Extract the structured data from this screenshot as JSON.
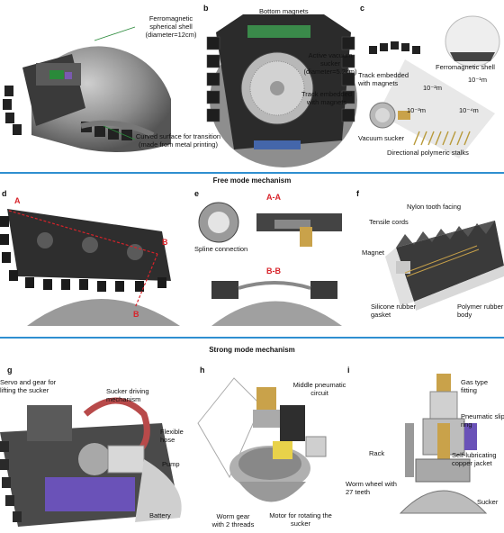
{
  "panels": {
    "a": {
      "labels": {
        "shell": "Ferromagnetic spherical shell (diameter=12cm)",
        "curved": "Curved surface for transition (made from metal printing)"
      }
    },
    "b": {
      "letter": "b",
      "labels": {
        "bottom_magnets": "Bottom magnets",
        "sucker": "Active vacuum sucker (diameter=5.2cm)",
        "track": "Track embedded with magnets"
      }
    },
    "c": {
      "letter": "c",
      "labels": {
        "track": "Track embedded with magnets",
        "shell": "Ferromagnetic shell",
        "sucker": "Vacuum sucker",
        "stalks": "Directional polymeric stalks"
      },
      "scales": [
        "10⁻¹m",
        "10⁻²m",
        "10⁻³m",
        "10⁻⁴m"
      ]
    },
    "free_title": "Free mode mechanism",
    "d": {
      "letter": "d",
      "markers": {
        "a": "A",
        "b_top": "B",
        "b_bottom": "B"
      }
    },
    "e": {
      "letter": "e",
      "labels": {
        "aa": "A-A",
        "bb": "B-B",
        "spline": "Spline connection"
      }
    },
    "f": {
      "letter": "f",
      "labels": {
        "nylon": "Nylon tooth facing",
        "tensile": "Tensile cords",
        "magnet": "Magnet",
        "silicone": "Silicone rubber gasket",
        "polymer": "Polymer rubber body"
      }
    },
    "strong_title": "Strong mode mechanism",
    "g": {
      "letter": "g",
      "labels": {
        "servo": "Servo and gear for lifting the sucker",
        "driving": "Sucker driving mechanism",
        "hose": "Flexible hose",
        "pump": "Pump",
        "battery": "Battery"
      }
    },
    "h": {
      "letter": "h",
      "labels": {
        "middle": "Middle pneumatic circuit",
        "worm_gear": "Worm gear with 2 threads",
        "motor": "Motor for rotating the sucker",
        "worm_wheel": "Worm wheel with 27 teeth"
      }
    },
    "i": {
      "letter": "i",
      "labels": {
        "gas": "Gas type fitting",
        "slip": "Pneumatic slip ring",
        "rack": "Rack",
        "copper": "Self-lubricating copper jacket",
        "sucker": "Sucker"
      }
    }
  },
  "colors": {
    "divider": "#2f8fd0",
    "marker_red": "#d8232a",
    "shell_gray": "#8e8e8e",
    "pump_purple": "#6a52b8",
    "hose_red": "#b84a4a",
    "motor_yellow": "#e8d24a",
    "brass": "#c9a24a"
  }
}
